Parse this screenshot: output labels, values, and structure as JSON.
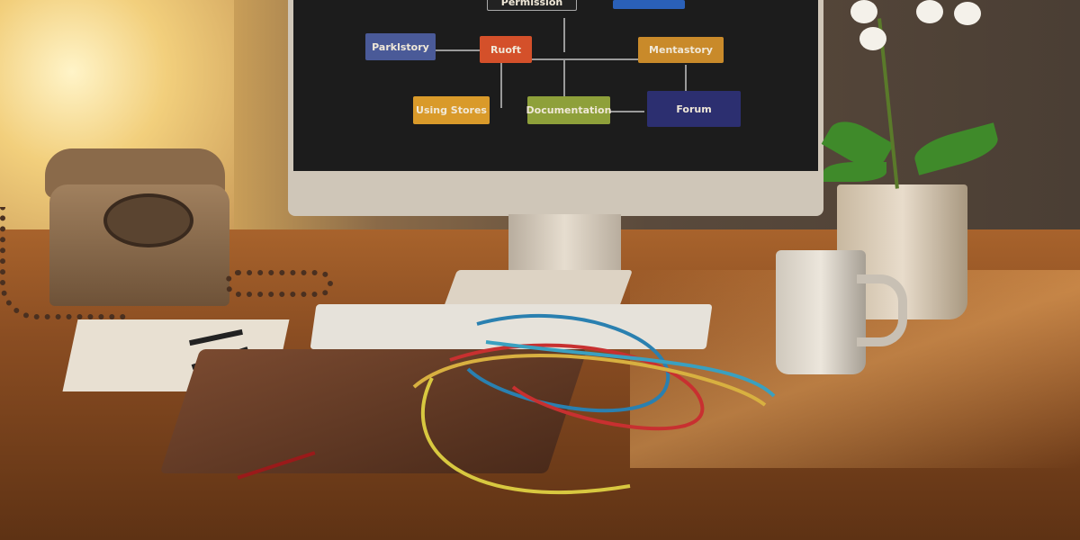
{
  "screen_diagram": {
    "nodes": [
      {
        "id": "top",
        "label": "Permission"
      },
      {
        "id": "left",
        "label": "Parklstory"
      },
      {
        "id": "center",
        "label": "Ruoft"
      },
      {
        "id": "right",
        "label": "Mentastory"
      },
      {
        "id": "bottom-left",
        "label": "Using Stores"
      },
      {
        "id": "bottom-center",
        "label": "Documentation"
      },
      {
        "id": "bottom-right",
        "label": "Forum"
      }
    ]
  },
  "colors": {
    "center": "#d4502a",
    "left": "#4a5a98",
    "right": "#c98a2a",
    "bottom_left": "#d99a2a",
    "bottom_center": "#8ea03a",
    "bottom_right": "#2c2f70",
    "top_right": "#2a60b8"
  }
}
